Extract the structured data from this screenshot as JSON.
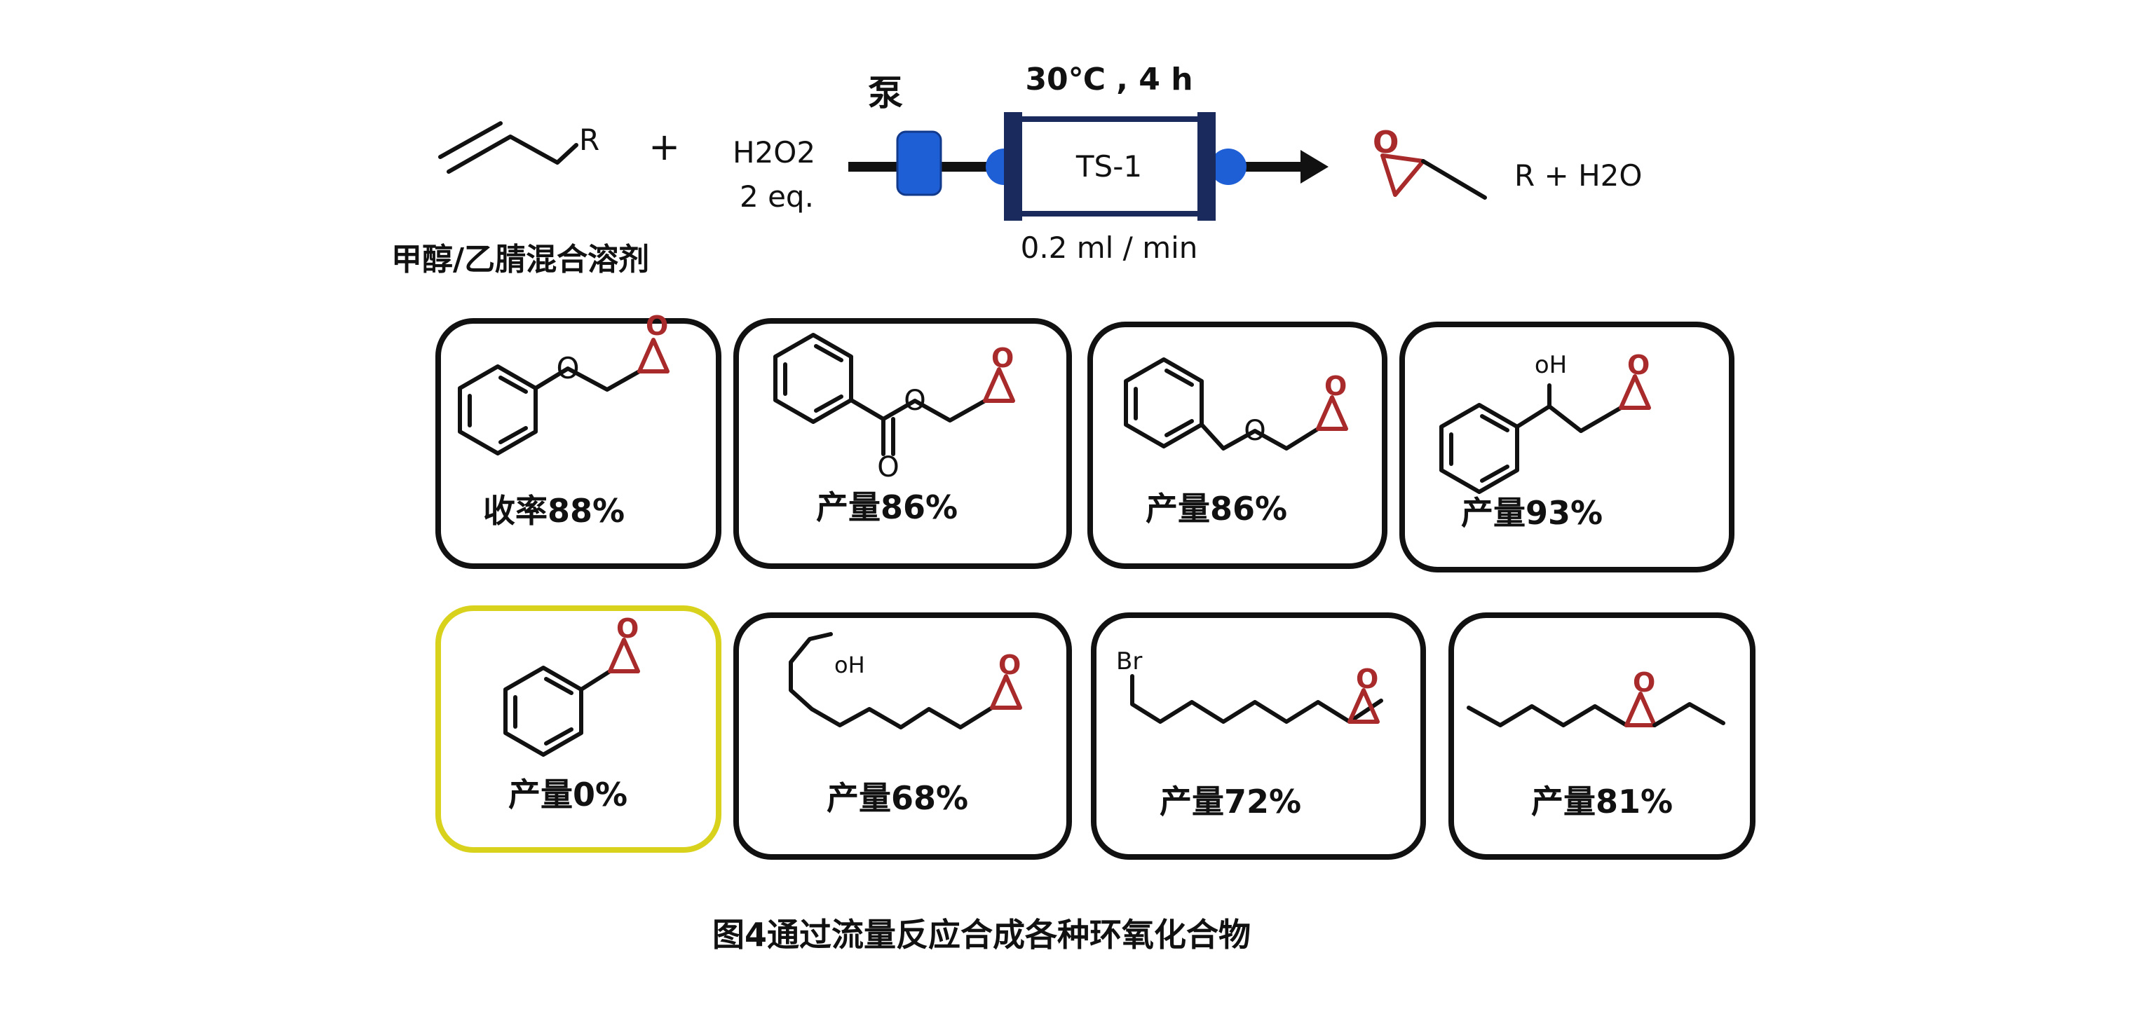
{
  "scheme": {
    "reactant_label": "R",
    "plus": "+",
    "reagent_line1": "H2O2",
    "reagent_line2": "2 eq.",
    "solvent": "甲醇/乙腈混合溶剂",
    "pump_label": "泵",
    "conditions": "30℃ , 4 h",
    "catalyst": "TS-1",
    "flow_rate": "0.2 ml / min",
    "product_suffix": "R + H2O",
    "epoxide_atom": "O"
  },
  "colors": {
    "pump": "#1f5fd6",
    "reactor_cap": "#1a2a5c",
    "epoxide": "#a82a2a",
    "highlight_border": "#d9d21c"
  },
  "products": [
    {
      "yield_label": "收率88%"
    },
    {
      "yield_label": "产量86%",
      "atom_o": "O"
    },
    {
      "yield_label": "产量86%",
      "atom_o": "O"
    },
    {
      "yield_label": "产量93%",
      "atom_oh": "oH"
    },
    {
      "yield_label": "产量0%"
    },
    {
      "yield_label": "产量68%",
      "atom_oh": "oH"
    },
    {
      "yield_label": "产量72%",
      "atom_br": "Br"
    },
    {
      "yield_label": "产量81%"
    }
  ],
  "caption": "图4通过流量反应合成各种环氧化合物"
}
